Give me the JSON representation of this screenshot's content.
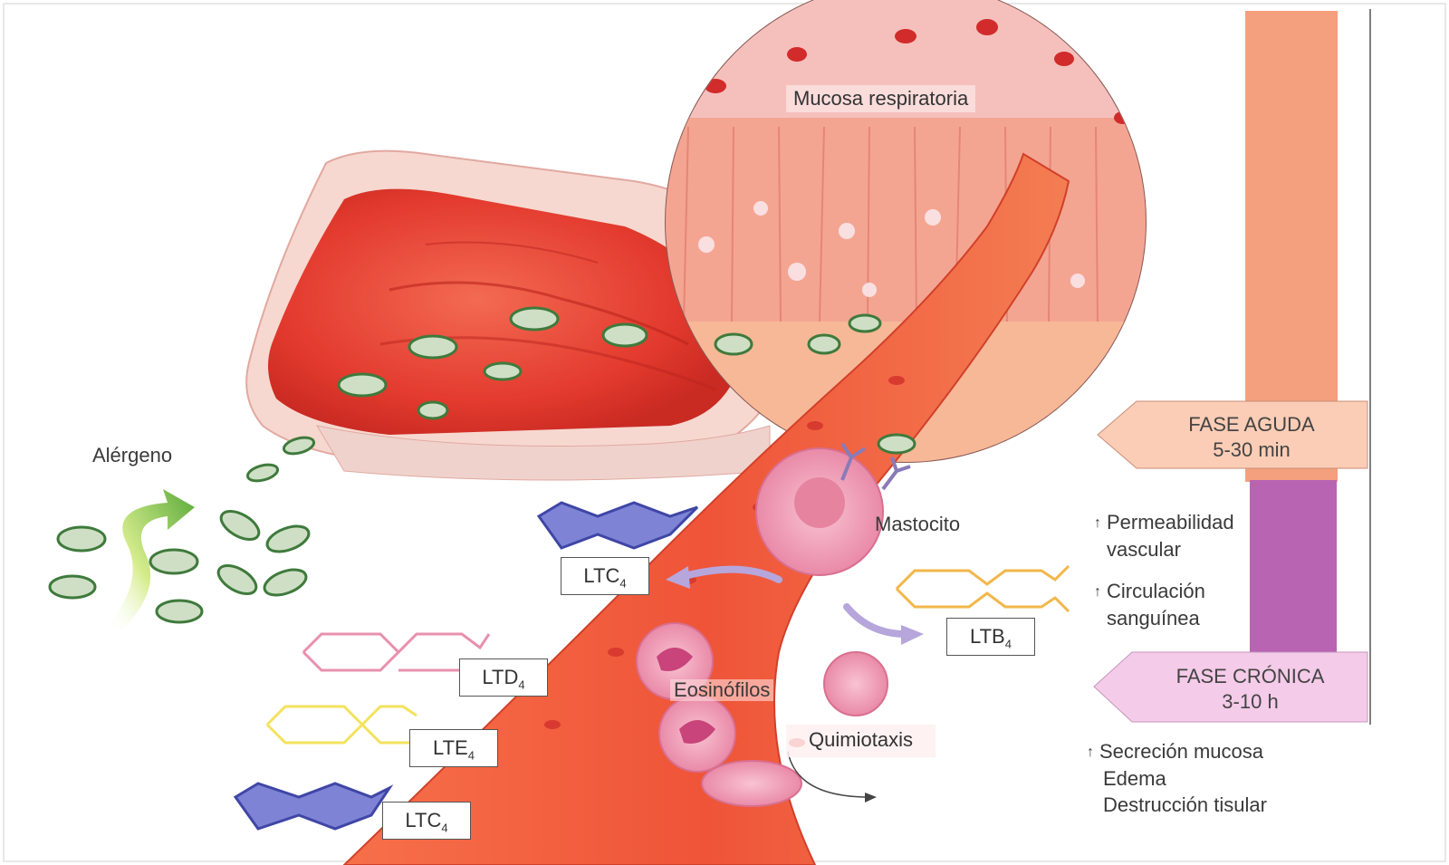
{
  "labels": {
    "allergen": "Alérgeno",
    "mucosa": "Mucosa respiratoria",
    "mast_cell": "Mastocito",
    "eosinophils": "Eosinófilos",
    "chemotaxis": "Quimiotaxis"
  },
  "leukotrienes": {
    "ltc4_top": {
      "base": "LTC",
      "sub": "4"
    },
    "ltb4": {
      "base": "LTB",
      "sub": "4"
    },
    "ltd4": {
      "base": "LTD",
      "sub": "4"
    },
    "lte4": {
      "base": "LTE",
      "sub": "4"
    },
    "ltc4_bottom": {
      "base": "LTC",
      "sub": "4"
    }
  },
  "phases": {
    "acute": {
      "title": "FASE AGUDA",
      "time": "5-30 min"
    },
    "chronic": {
      "title": "FASE CRÓNICA",
      "time": "3-10 h"
    }
  },
  "acute_effects": [
    {
      "arrow": "↑",
      "line1": "Permeabilidad",
      "line2": "vascular"
    },
    {
      "arrow": "↑",
      "line1": "Circulación",
      "line2": "sanguínea"
    }
  ],
  "chronic_effects": {
    "arrow": "↑",
    "lines": [
      "Secreción mucosa",
      "Edema",
      "Destrucción tisular"
    ]
  },
  "colors": {
    "acute_bar": "#f4a07e",
    "chronic_bar": "#b864b2",
    "tissue_red": "#e8463a",
    "vessel": "#ea5a3c",
    "pollen_green": "#4f8a4a"
  }
}
